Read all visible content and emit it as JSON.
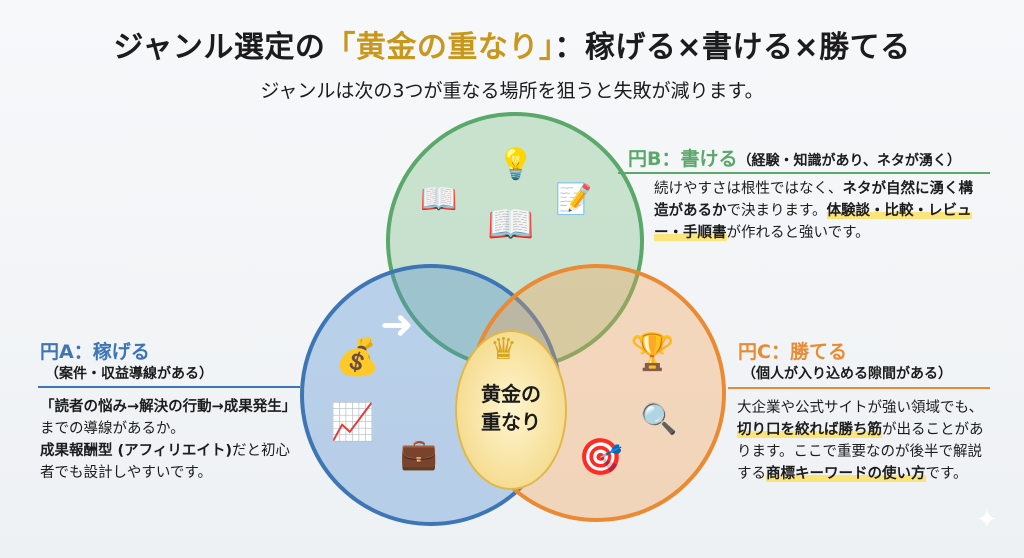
{
  "title": {
    "pre": "ジャンル選定の",
    "highlight": "「黄金の重なり」",
    "post": "：稼げる×書ける×勝てる"
  },
  "subtitle": "ジャンルは次の3つが重なる場所を狙うと失敗が減ります。",
  "center_label": {
    "line1": "黄金の",
    "line2": "重なり"
  },
  "circle_b": {
    "head": "円B：書ける",
    "sub": "（経験・知識があり、ネタが湧く）",
    "t1": "続けやすさは根性ではなく、",
    "b1": "ネタが自然に湧く構造があるか",
    "t2": "で決まります。",
    "h1": "体験談・比較・レビュー・手順書",
    "t3": "が作れると強いです。"
  },
  "circle_a": {
    "head": "円A：稼げる",
    "sub": "（案件・収益導線がある）",
    "b1": "「読者の悩み→解決の行動→成果発生」",
    "t1": "までの導線があるか。",
    "b2": "成果報酬型 (アフィリエイト)",
    "t2": "だと初心者でも設計しやすいです。"
  },
  "circle_c": {
    "head": "円C：勝てる",
    "sub": "（個人が入り込める隙間がある）",
    "t1": "大企業や公式サイトが強い領域でも、",
    "h1": "切り口を絞れば勝ち筋",
    "t2": "が出ることがあります。ここで重要なのが後半で解説する",
    "h2": "商標キーワードの使い方",
    "t3": "です。"
  },
  "colors": {
    "green": "#5aa86a",
    "blue": "#3d75b5",
    "orange": "#ea8a33",
    "gold": "#c9971c"
  }
}
